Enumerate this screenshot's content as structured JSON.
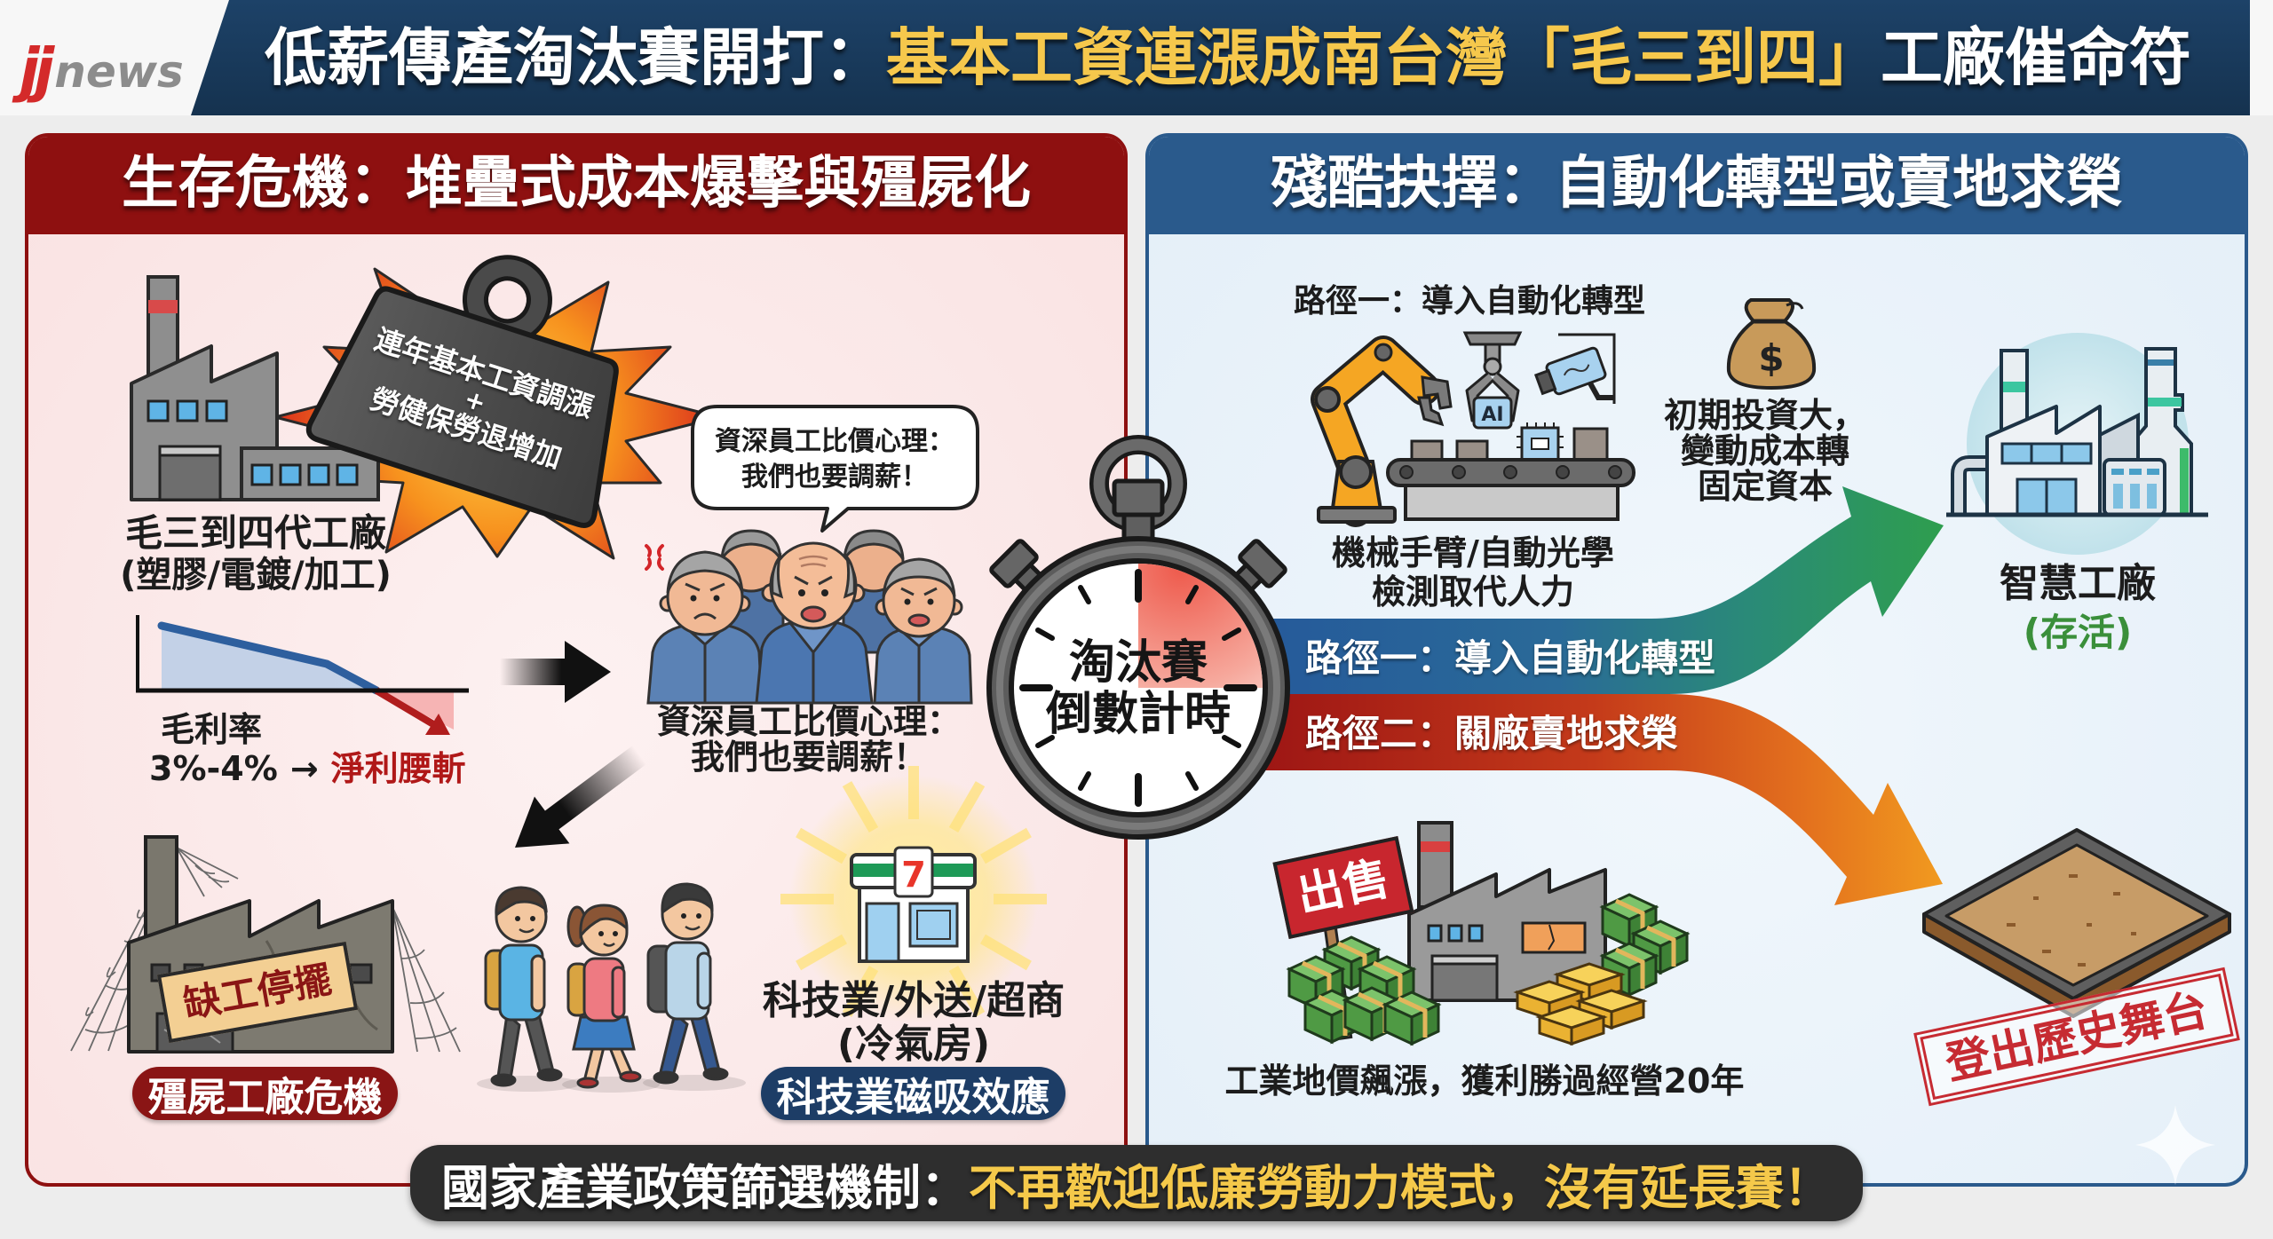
{
  "header": {
    "logo": {
      "part_red": "jj",
      "part_gray": "news"
    },
    "title": {
      "lead": "低薪傳產淘汰賽開打：",
      "highlight": "基本工資連漲成南台灣「毛三到四」",
      "tail": "工廠催命符"
    }
  },
  "left_panel": {
    "title": "生存危機：堆疊式成本爆擊與殭屍化",
    "weight": {
      "line1": "連年基本工資調漲",
      "plus": "+",
      "line2": "勞健保勞退增加"
    },
    "factory": {
      "label": "毛三到四代工廠",
      "sublabel": "(塑膠/電鍍/加工)"
    },
    "margin": {
      "label": "毛利率",
      "value": "3%-4%",
      "arrow": "→",
      "result": "淨利腰斬"
    },
    "bubble": {
      "line1": "資深員工比價心理：",
      "line2": "我們也要調薪！"
    },
    "workers_caption": {
      "line1": "資深員工比價心理：",
      "line2": "我們也要調薪！"
    },
    "zombie": {
      "sign": "缺工停擺",
      "badge": "殭屍工廠危機"
    },
    "store_logo": "7",
    "jobs": {
      "label": "科技業/外送/超商",
      "sublabel": "(冷氣房)",
      "badge": "科技業磁吸效應"
    }
  },
  "stopwatch": {
    "line1": "淘汰賽",
    "line2": "倒數計時"
  },
  "right_panel": {
    "title": "殘酷抉擇：自動化轉型或賣地求榮",
    "automation": {
      "heading": "路徑一：導入自動化轉型",
      "ai_chip": "AI",
      "caption_line1": "機械手臂/自動光學",
      "caption_line2": "檢測取代人力"
    },
    "investment": {
      "symbol": "$",
      "line1": "初期投資大，",
      "line2": "變動成本轉",
      "line3": "固定資本"
    },
    "smart_factory": {
      "label": "智慧工廠",
      "status": "(存活)"
    },
    "paths": [
      {
        "label": "路徑一：導入自動化轉型"
      },
      {
        "label": "路徑二：關廠賣地求榮"
      }
    ],
    "sale": {
      "sign": "出售",
      "caption": "工業地價飆漲，獲利勝過經營20年"
    },
    "stamp": "登出歷史舞台"
  },
  "footer": {
    "lead": "國家產業政策篩選機制：",
    "highlight": "不再歡迎低廉勞動力模式，沒有延長賽！"
  },
  "icons": [
    "factory-icon",
    "explosion-icon",
    "weight-icon",
    "margin-line-chart",
    "arrow-right-icon",
    "speech-bubble",
    "angry-workers-icon",
    "anger-mark-icon",
    "arrow-down-left-icon",
    "zombie-factory-icon",
    "cobweb-icon",
    "students-walking-icon",
    "convenience-store-icon",
    "stopwatch-icon",
    "robot-arm-icon",
    "ai-claw-icon",
    "camera-icon",
    "conveyor-icon",
    "money-bag-icon",
    "smart-factory-icon",
    "path-arrow-up",
    "path-arrow-down",
    "for-sale-factory-icon",
    "cash-stack-icon",
    "gold-bar-icon",
    "empty-lot-icon",
    "sparkle-icon"
  ],
  "colors": {
    "header_navy": "#183a5c",
    "title_yellow": "#f6c84c",
    "left_accent": "#8e1010",
    "right_accent": "#2a5a8c",
    "alert_red": "#b01818",
    "badge_navy": "#1d3d66",
    "survive_green": "#3a8f3a",
    "path_blue": "#25599a",
    "path_green": "#2e9e4e",
    "path_red": "#9b1414",
    "path_orange": "#f19a1f",
    "banner_dark": "#2e2e2e",
    "stamp_red": "#c62b32"
  }
}
